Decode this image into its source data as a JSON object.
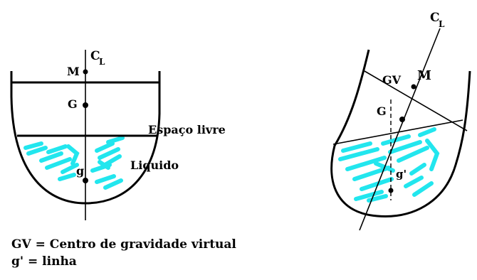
{
  "left_vessel": {
    "centerline_label_main": "C",
    "centerline_label_sub": "L",
    "point_m": "M",
    "point_g": "G",
    "point_g_small": "g",
    "label_free_space": "Espaço livre",
    "label_liquid": "Liquido"
  },
  "right_vessel": {
    "centerline_label_main": "C",
    "centerline_label_sub": "L",
    "point_gv": "GV",
    "point_m": "M",
    "point_g": "G",
    "point_g_prime": "g'"
  },
  "legend": {
    "line1": "GV = Centro de gravidade virtual",
    "line2": "g' = linha"
  },
  "colors": {
    "liquid": "#22e6ee",
    "ink": "#000000",
    "background": "#ffffff"
  }
}
